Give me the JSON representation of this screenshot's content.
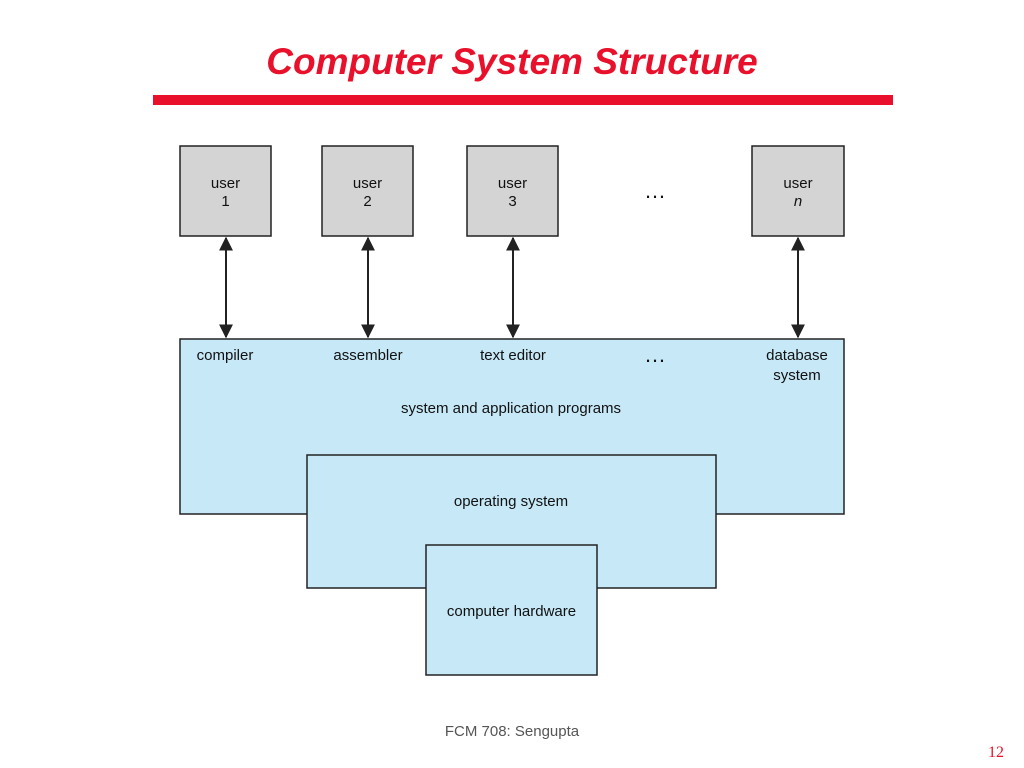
{
  "title": "Computer System Structure",
  "users": [
    {
      "line1": "user",
      "line2": "1",
      "italic": false
    },
    {
      "line1": "user",
      "line2": "2",
      "italic": false
    },
    {
      "line1": "user",
      "line2": "3",
      "italic": false
    },
    {
      "line1": "user",
      "line2": "n",
      "italic": true
    }
  ],
  "ellipsis": "…",
  "programs": {
    "items": [
      "compiler",
      "assembler",
      "text editor"
    ],
    "database_line1": "database",
    "database_line2": "system",
    "label": "system and application programs"
  },
  "operating_system_label": "operating system",
  "hardware_label": "computer hardware",
  "footer": "FCM 708: Sengupta",
  "page_number": "12",
  "colors": {
    "title": "#e8102a",
    "user_box": "#d4d4d4",
    "layer_box": "#c6e8f7",
    "stroke": "#222222"
  }
}
